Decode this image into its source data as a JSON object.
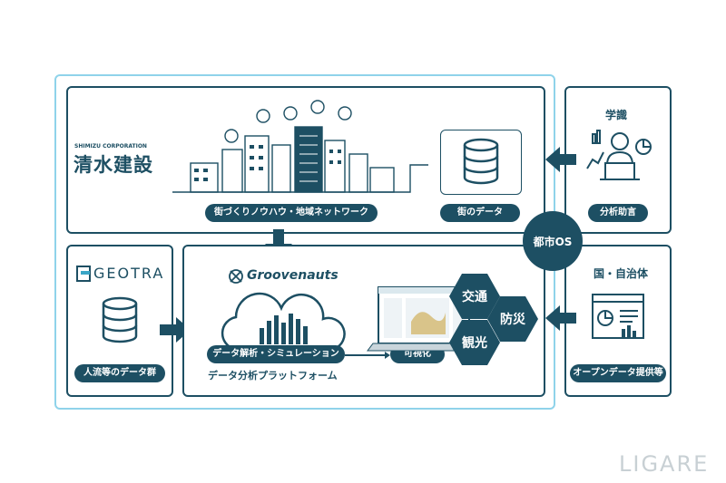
{
  "shimizu": {
    "corp": "SHIMIZU CORPORATION",
    "name": "清水建設",
    "knowhow_label": "街づくりノウハウ・地域ネットワーク",
    "city_data_label": "街のデータ"
  },
  "geotra": {
    "name": "GEOTRA",
    "data_label": "人流等のデータ群"
  },
  "groovenauts": {
    "name": "Groovenauts",
    "analysis_label": "データ解析・シミュレーション",
    "visualize_label": "可視化",
    "platform_label": "データ分析プラットフォーム"
  },
  "hexes": [
    "交通",
    "防災",
    "観光"
  ],
  "city_os": "都市OS",
  "academia": {
    "title": "学識",
    "label": "分析助言"
  },
  "government": {
    "title": "国・自治体",
    "label": "オープンデータ提供等"
  },
  "watermark": "LIGARE",
  "colors": {
    "primary": "#1d4f63",
    "outline": "#8fd3ea"
  }
}
